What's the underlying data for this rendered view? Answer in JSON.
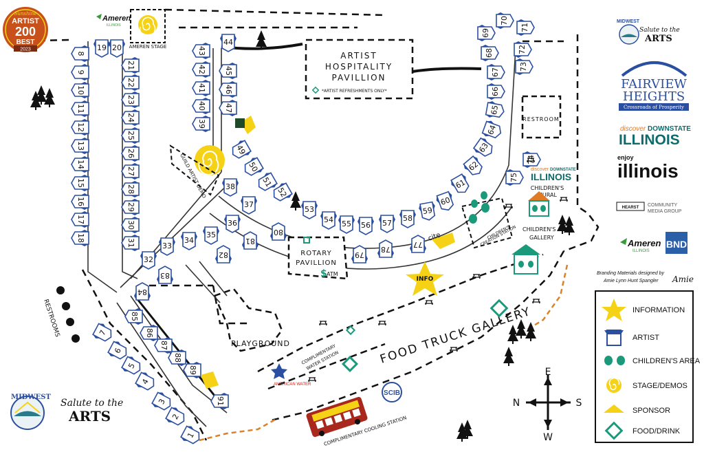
{
  "map": {
    "stage_label": "AMEREN STAGE",
    "hospitality_label_1": "ARTIST",
    "hospitality_label_2": "HOSPITALITY",
    "hospitality_label_3": "PAVILLION",
    "refreshments_note": "*ARTIST REFRESHMENTS ONLY*",
    "restroom_label": "RESTROOM",
    "restrooms_label": "RESTROOMS",
    "guild_label": "GUILD ARTIST DEMO",
    "rotary_label_1": "ROTARY",
    "rotary_label_2": "PAVILLION",
    "atm_label": "ATM",
    "info_label": "INFO",
    "playground_label": "PLAYGROUND",
    "food_truck_label": "FOOD TRUCK GALLERY",
    "water_station_label_1": "COMPLIMENTARY",
    "water_station_label_2": "WATER STATION",
    "cooling_station_label": "COMPLIMENTARY COOLING STATION",
    "childrens_mural_label_1": "CHILDREN'S",
    "childrens_mural_label_2": "MURAL",
    "creation_station_label_1": "CHILDREN'S",
    "creation_station_label_2": "CREATION STATION",
    "childrens_gallery_label_1": "CHILDREN'S",
    "childrens_gallery_label_2": "GALLERY",
    "cite_label": "cite",
    "compass": {
      "n": "N",
      "s": "S",
      "e": "E",
      "w": "W"
    },
    "booths": [
      "1",
      "2",
      "3",
      "4",
      "5",
      "6",
      "7",
      "8",
      "9",
      "10",
      "11",
      "12",
      "13",
      "14",
      "15",
      "16",
      "17",
      "18",
      "19",
      "20",
      "21",
      "22",
      "23",
      "24",
      "25",
      "26",
      "27",
      "28",
      "29",
      "30",
      "31",
      "32",
      "33",
      "34",
      "35",
      "36",
      "37",
      "38",
      "39",
      "40",
      "41",
      "42",
      "43",
      "44",
      "45",
      "46",
      "47",
      "49",
      "50",
      "51",
      "52",
      "53",
      "54",
      "55",
      "56",
      "57",
      "58",
      "59",
      "60",
      "61",
      "62",
      "63",
      "64",
      "65",
      "66",
      "67",
      "68",
      "69",
      "70",
      "71",
      "72",
      "73",
      "74",
      "75",
      "77",
      "78",
      "79",
      "80",
      "81",
      "82",
      "83",
      "84",
      "85",
      "86",
      "87",
      "88",
      "89",
      "91"
    ]
  },
  "badge": {
    "top": "Sunshine",
    "mid": "ARTIST",
    "num": "200",
    "best": "BEST",
    "year": "2023"
  },
  "ameren_small": "Ameren",
  "ameren_small_sub": "ILLINOIS",
  "legend": {
    "items": [
      {
        "label": "INFORMATION",
        "icon": "star-icon"
      },
      {
        "label": "ARTIST",
        "icon": "tent-icon"
      },
      {
        "label": "CHILDREN'S AREA",
        "icon": "handprints-icon"
      },
      {
        "label": "STAGE/DEMOS",
        "icon": "spiral-icon"
      },
      {
        "label": "SPONSOR",
        "icon": "sponsor-tent-icon"
      },
      {
        "label": "FOOD/DRINK",
        "icon": "diamond-icon"
      }
    ]
  },
  "sponsors": {
    "midwest_top": "MIDWEST",
    "salute": "Salute to the",
    "arts": "ARTS",
    "fairview_1": "FAIRVIEW",
    "fairview_2": "HEIGHTS",
    "fairview_sub": "Crossroads of Prosperity",
    "discover_1": "discover",
    "discover_2": "DOWNSTATE",
    "discover_3": "ILLINOIS",
    "enjoy_1": "enjoy",
    "enjoy_2": "illinois",
    "hearst_1": "HEARST",
    "hearst_2": "COMMUNITY",
    "hearst_3": "MEDIA GROUP",
    "ameren": "Ameren",
    "ameren_sub": "ILLINOIS",
    "bnd": "BND",
    "branding_1": "Branding Materials designed by",
    "branding_2": "Amie Lynn Hunt Spangler",
    "signature": "Amie"
  },
  "bottom_logo": {
    "midwest": "MIDWEST",
    "salute": "Salute to the",
    "arts": "ARTS"
  },
  "water_brand": "AMERICAN WATER",
  "sclb": "SCIB",
  "colors": {
    "artist_blue": "#2b4fa0",
    "stage_yellow": "#f5d216",
    "food_green": "#1a9a7a",
    "path_orange": "#d9822b",
    "badge_orange": "#c8501a"
  }
}
